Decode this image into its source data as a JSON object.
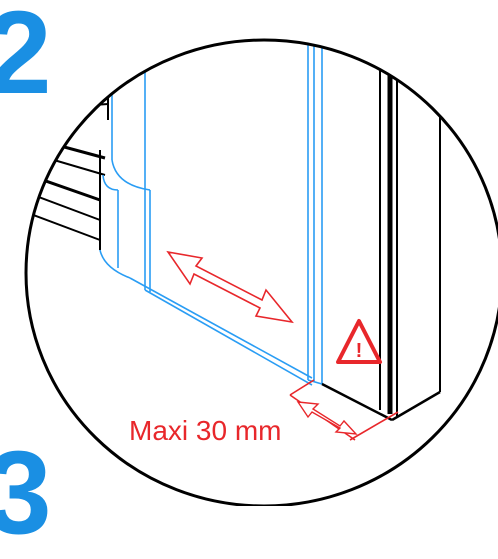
{
  "step_numbers": {
    "current": "2",
    "next": "3"
  },
  "dimension_label": "Maxi 30 mm",
  "warning_icon": {
    "name": "warning-triangle-icon",
    "mark": "!"
  },
  "colors": {
    "step_number": "#1a8fe3",
    "dimension": "#e8272b",
    "panel_lines": "#2a9df4",
    "outline": "#000000"
  }
}
